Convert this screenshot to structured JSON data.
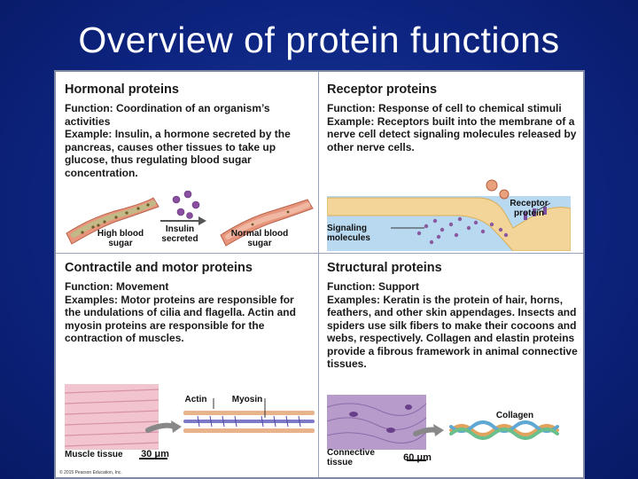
{
  "slide": {
    "title": "Overview of protein functions"
  },
  "panels": {
    "hormonal": {
      "title": "Hormonal proteins",
      "function_line": "Function: Coordination of an organism’s activities",
      "example_line": "Example: Insulin, a hormone secreted by the pancreas, causes other tissues to take up glucose, thus regulating blood sugar concentration.",
      "labels": {
        "high": "High blood sugar",
        "insulin": "Insulin secreted",
        "normal": "Normal blood sugar"
      }
    },
    "receptor": {
      "title": "Receptor proteins",
      "function_line": "Function: Response of cell to chemical stimuli",
      "example_line": "Example: Receptors built into the membrane of a nerve cell detect signaling molecules released by other nerve cells.",
      "labels": {
        "receptor": "Receptor protein",
        "signaling": "Signaling molecules"
      }
    },
    "contractile": {
      "title": "Contractile and motor proteins",
      "function_line": "Function: Movement",
      "example_line": "Examples: Motor proteins are responsible for the undulations of cilia and flagella. Actin and myosin proteins are responsible for the contraction of muscles.",
      "labels": {
        "actin": "Actin",
        "myosin": "Myosin",
        "tissue": "Muscle tissue",
        "scale": "30 μm"
      }
    },
    "structural": {
      "title": "Structural proteins",
      "function_line": "Function: Support",
      "example_line": "Examples: Keratin is the protein of hair, horns, feathers, and other skin appendages. Insects and spiders use silk fibers to make their cocoons and webs, respectively. Collagen and elastin proteins provide a fibrous framework in animal connective tissues.",
      "labels": {
        "collagen": "Collagen",
        "tissue": "Connective tissue",
        "scale": "60 μm"
      }
    }
  },
  "copyright": "© 2015 Pearson Education, Inc.",
  "colors": {
    "background": "#0d2480",
    "panel": "#ffffff",
    "vessel": "#e7967d",
    "membrane": "#f3d59a",
    "receptor_bg": "#b9d9f0",
    "muscle": "#f2c4cf",
    "connective": "#b79ccb"
  }
}
